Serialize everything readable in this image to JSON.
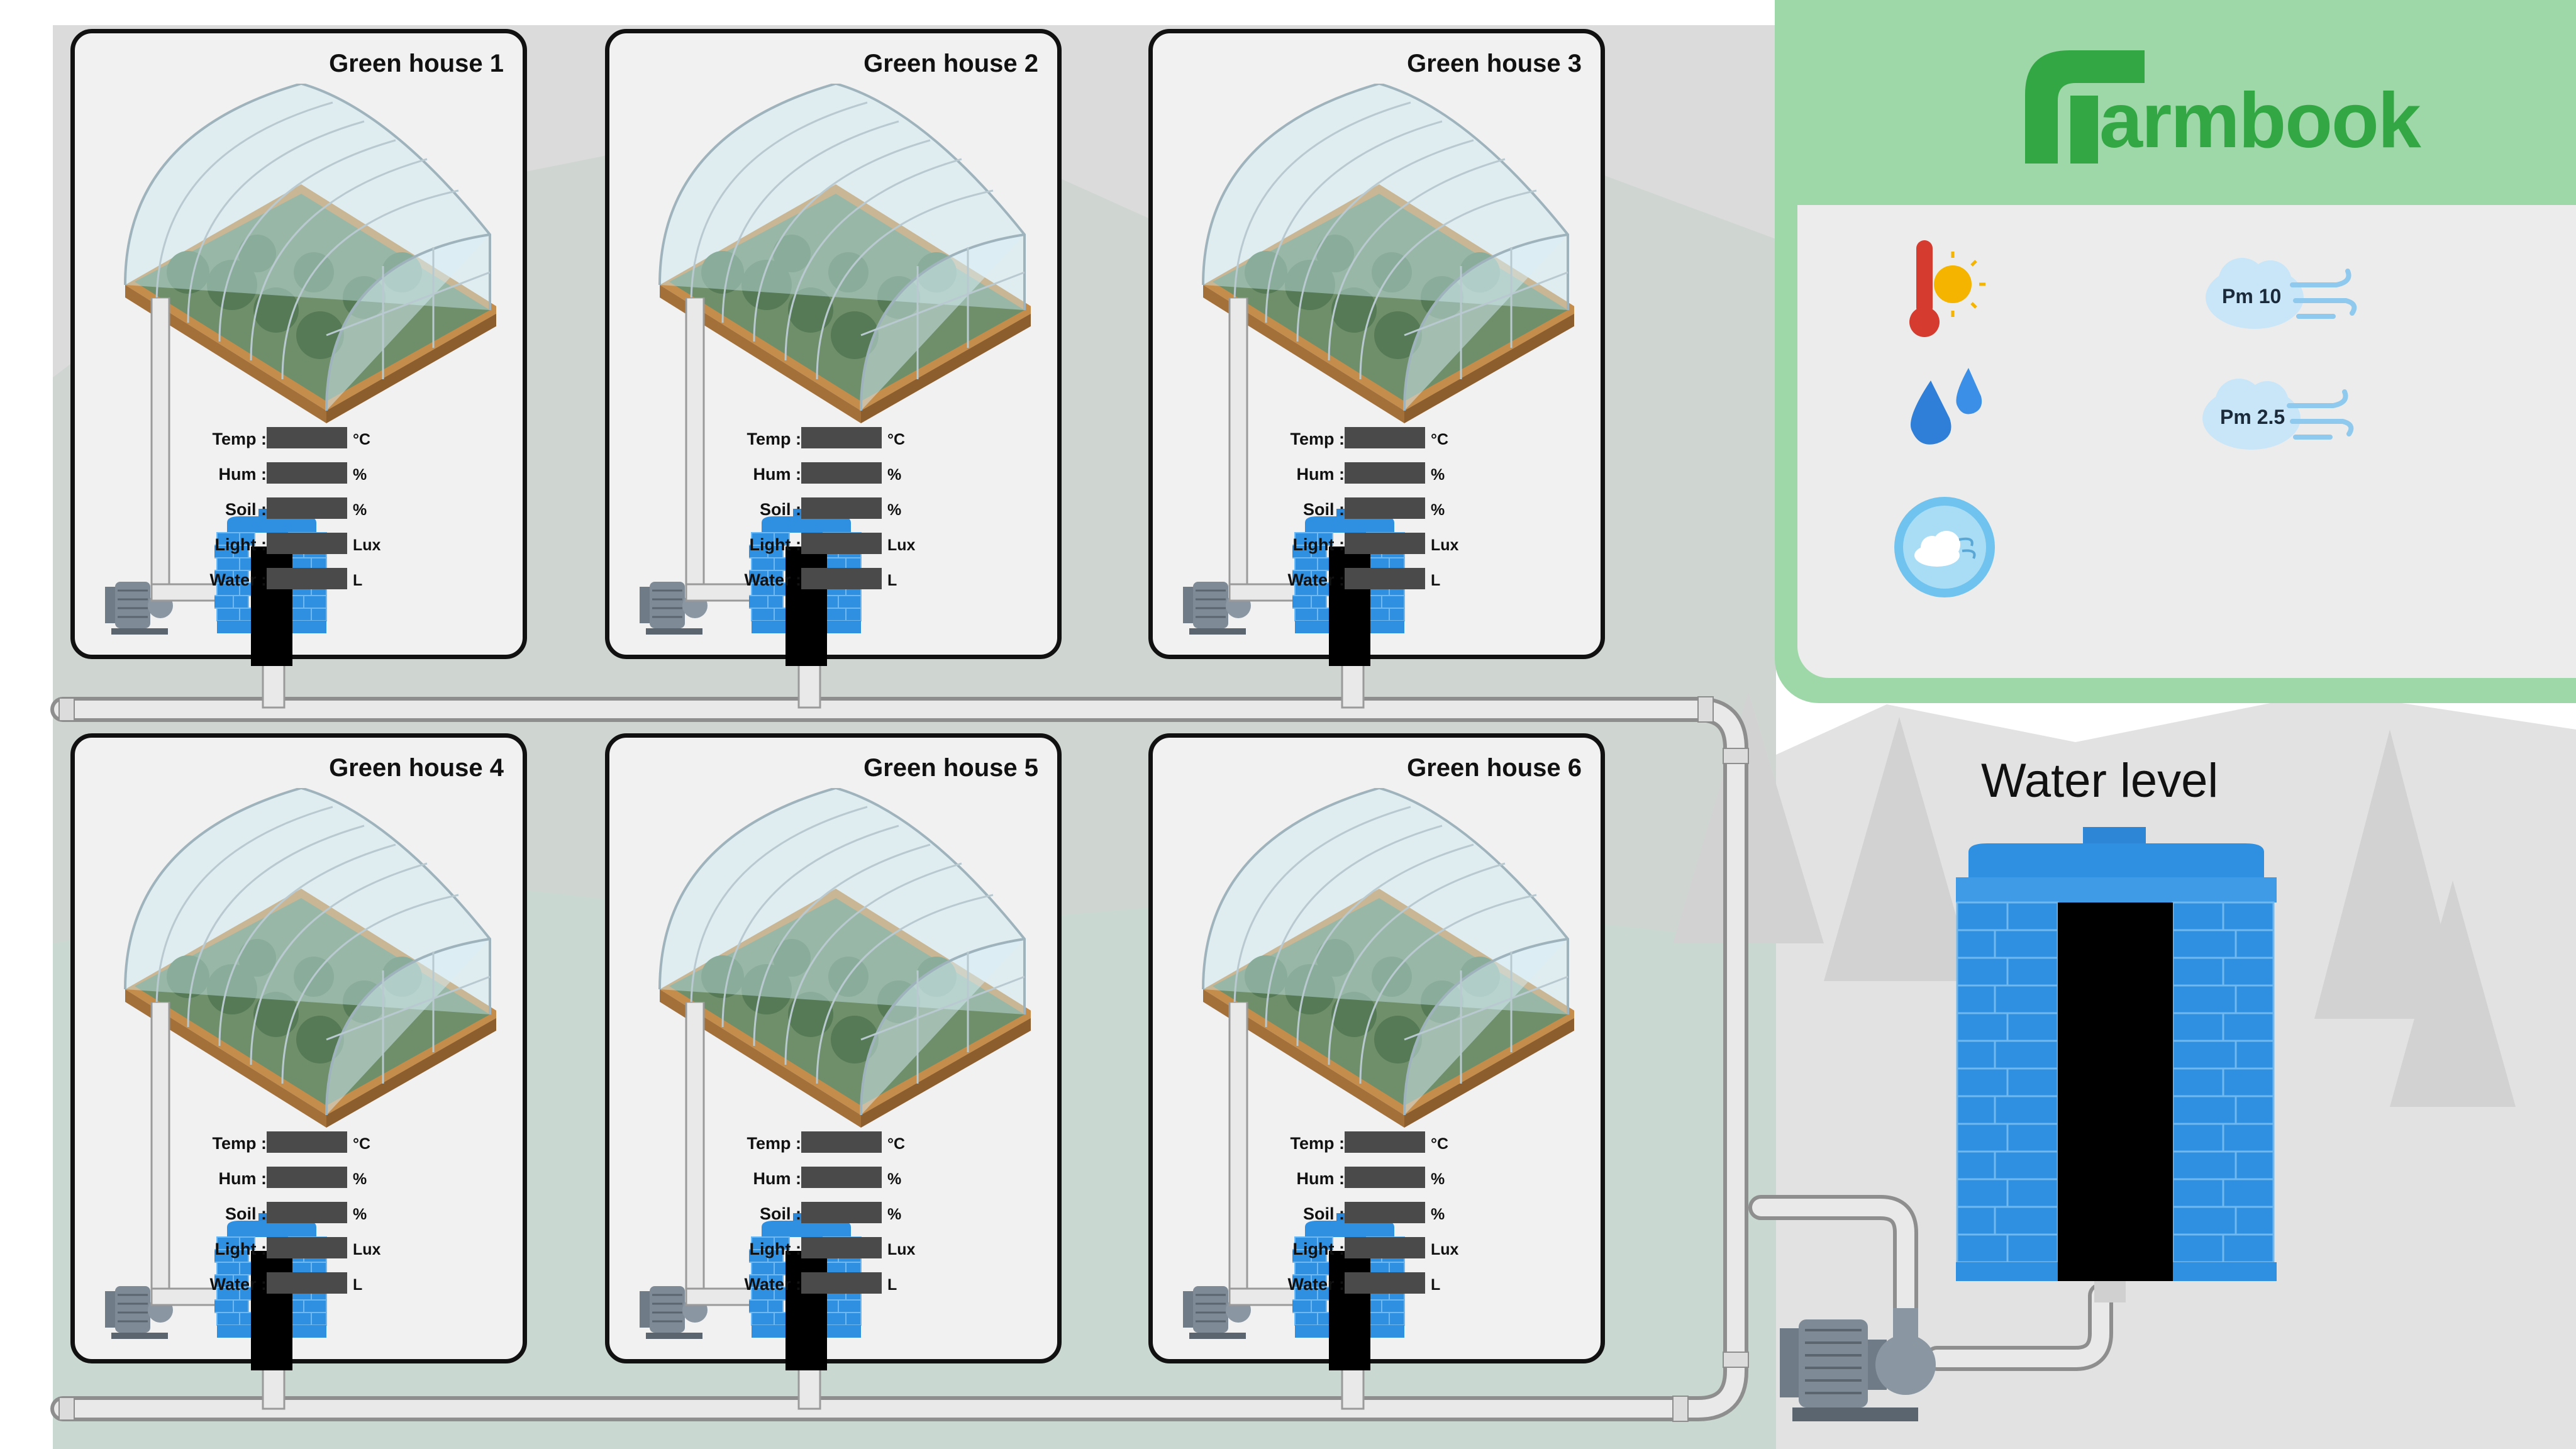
{
  "logo": {
    "text": "armbook",
    "brand_color": "#34a745"
  },
  "weather": {
    "icons": [
      "thermometer-sun-icon",
      "humidity-drops-icon",
      "wind-cloud-icon"
    ],
    "pm10_label": "Pm 10",
    "pm25_label": "Pm 2.5"
  },
  "water_level": {
    "title": "Water level"
  },
  "sensor_units": {
    "temp": "°C",
    "hum": "%",
    "soil": "%",
    "light": "Lux",
    "water": "L"
  },
  "greenhouses": [
    {
      "title": "Green house 1",
      "labels": {
        "temp": "Temp :",
        "hum": "Hum :",
        "soil": "Soil :",
        "light": "Light :",
        "water": "Water :"
      }
    },
    {
      "title": "Green house 2",
      "labels": {
        "temp": "Temp :",
        "hum": "Hum :",
        "soil": "Soil :",
        "light": "Light :",
        "water": "Water :"
      }
    },
    {
      "title": "Green house 3",
      "labels": {
        "temp": "Temp :",
        "hum": "Hum :",
        "soil": "Soil :",
        "light": "Light :",
        "water": "Water :"
      }
    },
    {
      "title": "Green house 4",
      "labels": {
        "temp": "Temp :",
        "hum": "Hum :",
        "soil": "Soil :",
        "light": "Light :",
        "water": "Water :"
      }
    },
    {
      "title": "Green house 5",
      "labels": {
        "temp": "Temp :",
        "hum": "Hum :",
        "soil": "Soil :",
        "light": "Light :",
        "water": "Water :"
      }
    },
    {
      "title": "Green house 6",
      "labels": {
        "temp": "Temp :",
        "hum": "Hum :",
        "soil": "Soil :",
        "light": "Light :",
        "water": "Water :"
      }
    }
  ],
  "colors": {
    "tank_blue": "#2f8fe0",
    "panel_green": "#9fd8a8",
    "panel_bg": "#ececec",
    "sensor_box": "#4a4a4a"
  }
}
